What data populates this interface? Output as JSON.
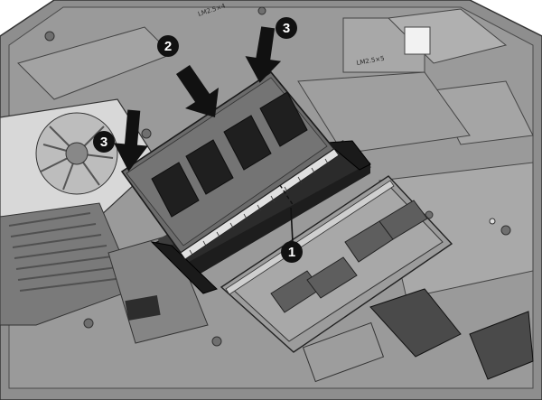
{
  "figure": {
    "callouts": [
      {
        "id": "c1",
        "label": "1"
      },
      {
        "id": "c2",
        "label": "2"
      },
      {
        "id": "c3a",
        "label": "3"
      },
      {
        "id": "c3b",
        "label": "3"
      }
    ],
    "chassis_marks": {
      "mark_a": "LM2.5×4",
      "mark_b": "LM2.5×5"
    },
    "colors": {
      "chassis": "#8e8e8e",
      "chassis_dark": "#5a5a5a",
      "board": "#6b6b6b",
      "chip": "#1f1f1f",
      "callout": "#111111",
      "lower_module_chip": "#5e5e5e"
    },
    "icons": [
      "down-arrow-icon",
      "diagonal-arrow-icon",
      "fan-icon",
      "screw-icon"
    ]
  }
}
